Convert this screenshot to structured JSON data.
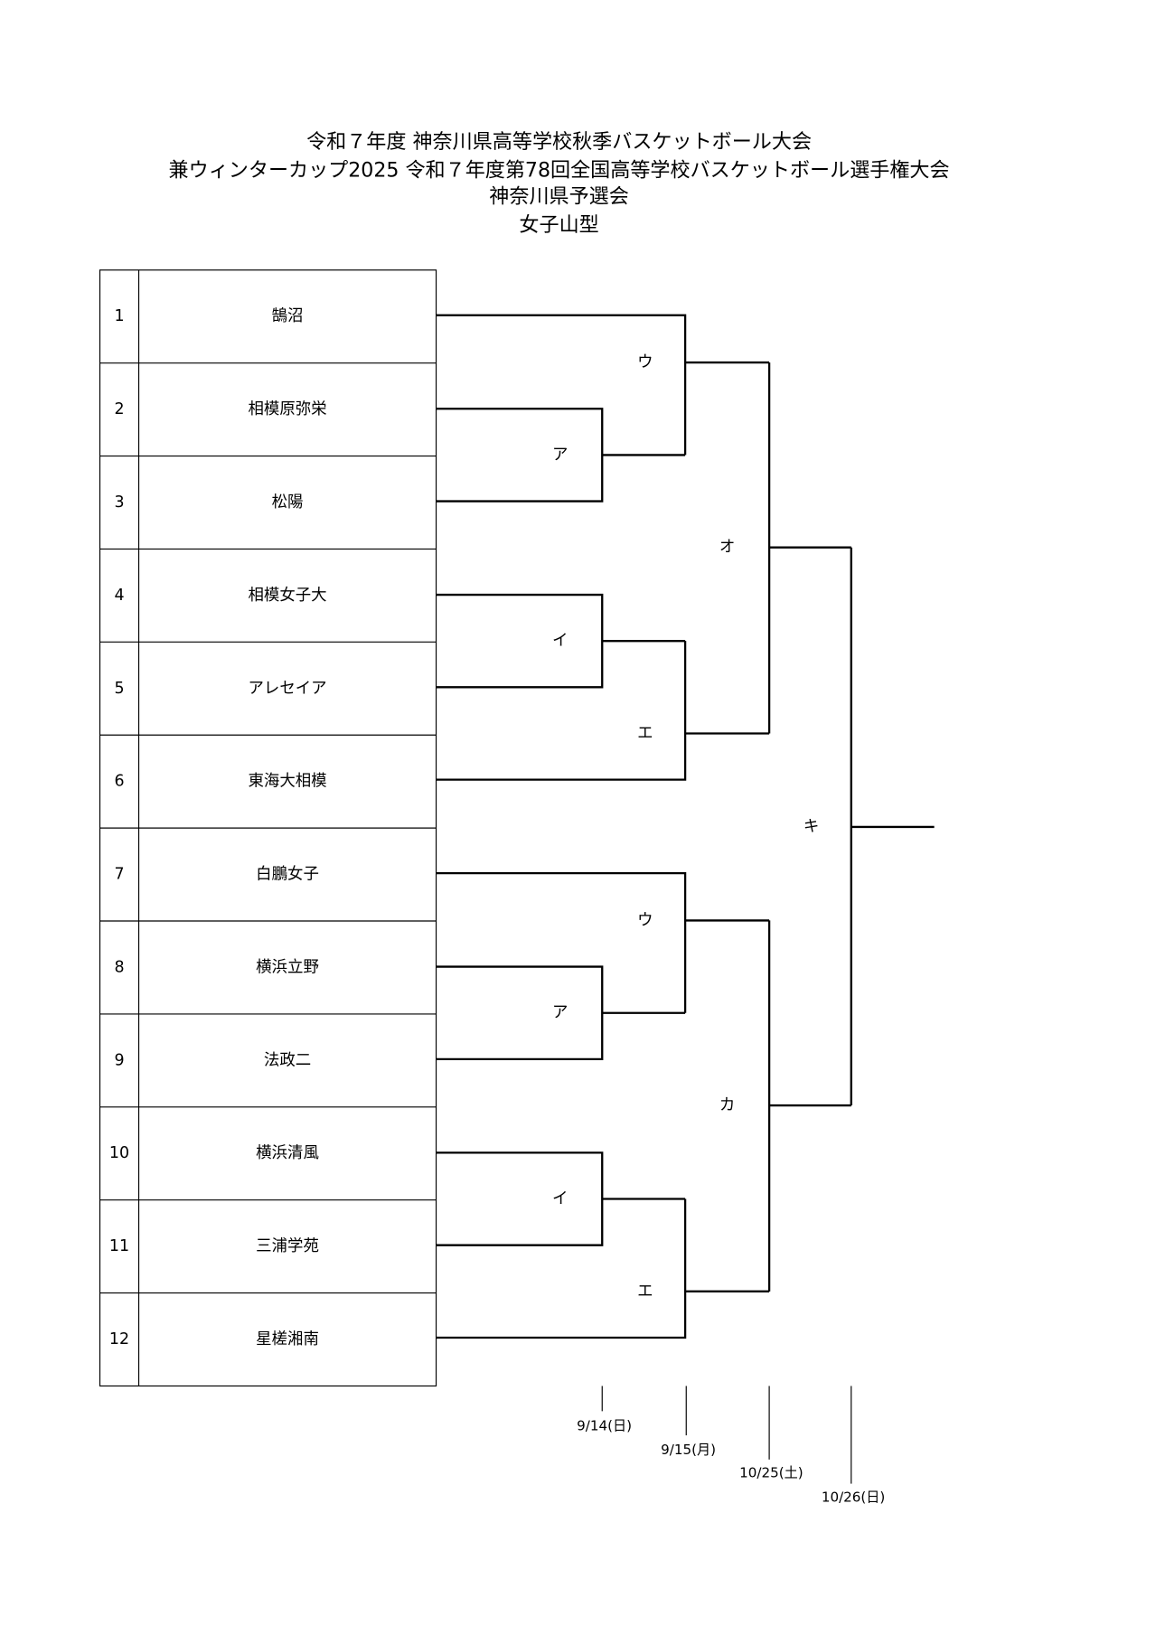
{
  "title": {
    "line1": "令和７年度 神奈川県高等学校秋季バスケットボール大会",
    "line2": "兼ウィンターカップ2025 令和７年度第78回全国高等学校バスケットボール選手権大会",
    "line3": "神奈川県予選会",
    "line4": "女子山型"
  },
  "teams": [
    {
      "no": "1",
      "name": "鵠沼"
    },
    {
      "no": "2",
      "name": "相模原弥栄"
    },
    {
      "no": "3",
      "name": "松陽"
    },
    {
      "no": "4",
      "name": "相模女子大"
    },
    {
      "no": "5",
      "name": "アレセイア"
    },
    {
      "no": "6",
      "name": "東海大相模"
    },
    {
      "no": "7",
      "name": "白鵬女子"
    },
    {
      "no": "8",
      "name": "横浜立野"
    },
    {
      "no": "9",
      "name": "法政二"
    },
    {
      "no": "10",
      "name": "横浜清風"
    },
    {
      "no": "11",
      "name": "三浦学苑"
    },
    {
      "no": "12",
      "name": "星槎湘南"
    }
  ],
  "games": {
    "top_a": "ア",
    "top_i": "イ",
    "top_u": "ウ",
    "top_e": "エ",
    "o": "オ",
    "bot_a": "ア",
    "bot_i": "イ",
    "bot_u": "ウ",
    "bot_e": "エ",
    "ka": "カ",
    "ki": "キ"
  },
  "dates": [
    "9/14(日)",
    "9/15(月)",
    "10/25(土)",
    "10/26(日)"
  ]
}
